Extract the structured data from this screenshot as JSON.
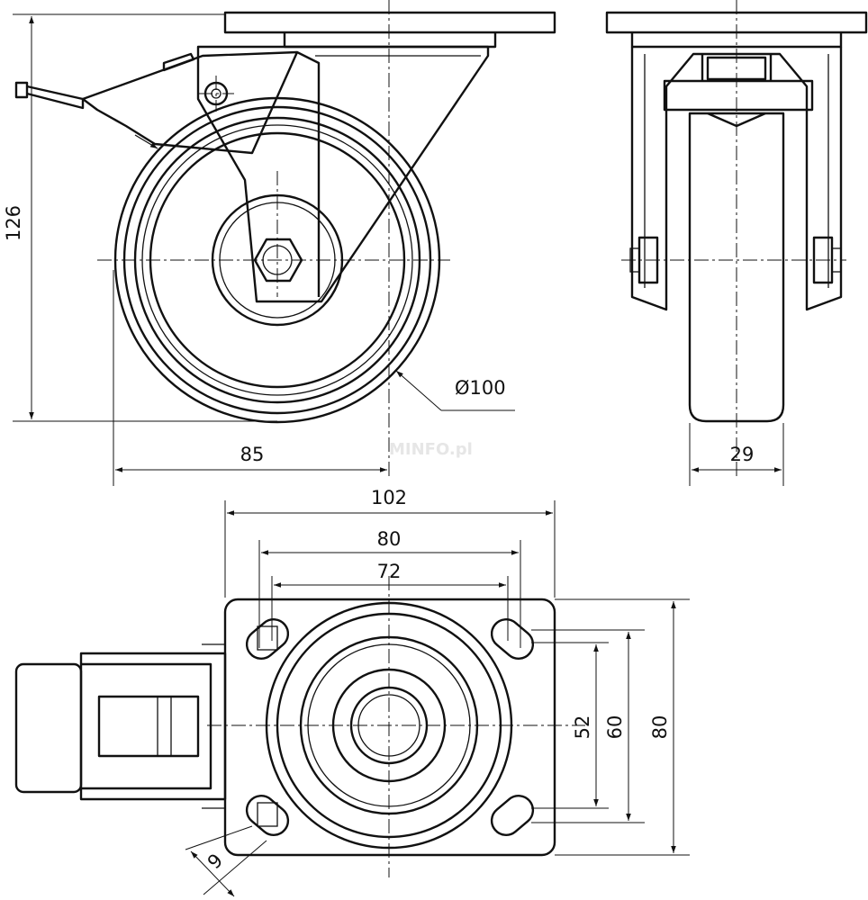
{
  "dimensions": {
    "height_side": "126",
    "wheel_diameter": "Ø100",
    "offset": "85",
    "wheel_width": "29",
    "plate_width": "102",
    "hole_spacing_outer": "80",
    "hole_spacing_inner": "72",
    "plate_length": "80",
    "slot_span_outer": "60",
    "slot_span_inner": "52",
    "slot_width": "9"
  },
  "watermark": "MINFO.pl",
  "colors": {
    "line": "#111111",
    "background": "#ffffff"
  }
}
